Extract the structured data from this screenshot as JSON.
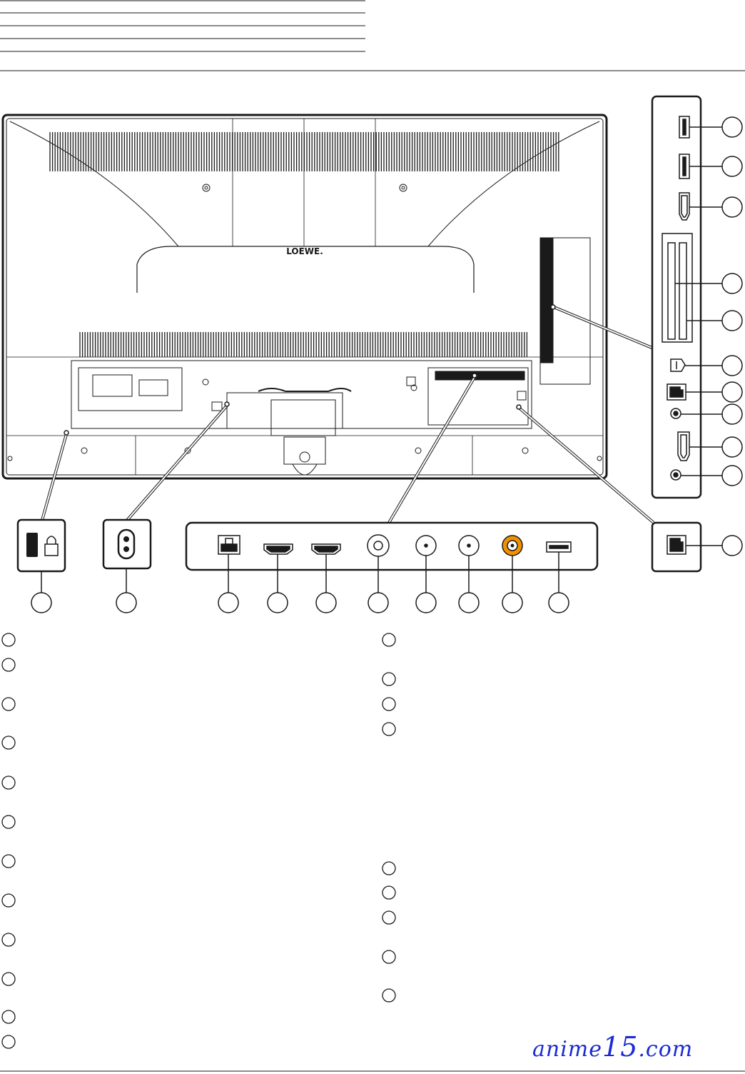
{
  "brand_logo": "LOEWE.",
  "watermark": {
    "pre": "anime",
    "num": "15",
    "post": ".com"
  },
  "colors": {
    "line": "#1a1a1a",
    "accent_orange": "#f29100",
    "watermark": "#1a2ad6"
  },
  "callouts": {
    "right_panel_count": 11,
    "bottom_panel_count": 10
  },
  "legend": {
    "left_column_count": 12,
    "right_column_count": 9
  },
  "icons": [
    "kensington-lock-icon",
    "power-socket-icon",
    "lan-port-icon",
    "hdmi-port-icon",
    "antenna-port-icon",
    "satellite-port-icon",
    "rca-audio-port-icon",
    "usb-port-icon",
    "ci-slot-icon",
    "optical-port-icon",
    "headphone-jack-icon",
    "padlock-icon"
  ]
}
